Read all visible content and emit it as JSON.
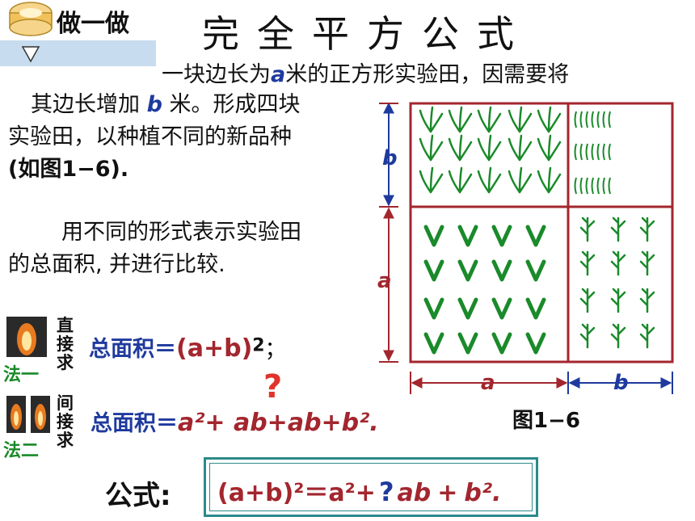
{
  "header": {
    "badge_label": "做一做",
    "title": "完全平方公式"
  },
  "intro": {
    "line1_pre": "一块边长为",
    "line1_var": "a",
    "line1_post": "米的正方形实验田，因需要将",
    "line2_pre": "其边长增加 ",
    "line2_var": "b",
    "line2_post": " 米。形成四块",
    "line3": "实验田，以种植不同的新品种",
    "line4": "(如图1−6).",
    "line5": "用不同的形式表示实验田",
    "line6": "的总面积, 并进行比较."
  },
  "method1": {
    "label": "法一",
    "vertical": [
      "直",
      "接",
      "求"
    ],
    "formula_label": "总面积＝",
    "formula": "(a+b)",
    "exponent": "2",
    "tail": "；"
  },
  "method2": {
    "label": "法二",
    "vertical": [
      "间",
      "接",
      "求"
    ],
    "formula_label": "总面积＝",
    "formula": "a²+ ab+ab+b².",
    "question": "?"
  },
  "formula_box": {
    "label": "公式:",
    "left": "(a+b)²＝a²+",
    "question": "?",
    "middle": "ab",
    "plus": "+",
    "right": "b²."
  },
  "figure": {
    "caption": "图1−6",
    "label_a_vertical": "a",
    "label_b_vertical": "b",
    "label_a_horizontal": "a",
    "label_b_horizontal": "b"
  },
  "colors": {
    "field_border": "#a3262e",
    "plant": "#1a8a2a",
    "blue": "#1f3a9e",
    "red": "#a3262e",
    "box": "#2c8a8a"
  }
}
